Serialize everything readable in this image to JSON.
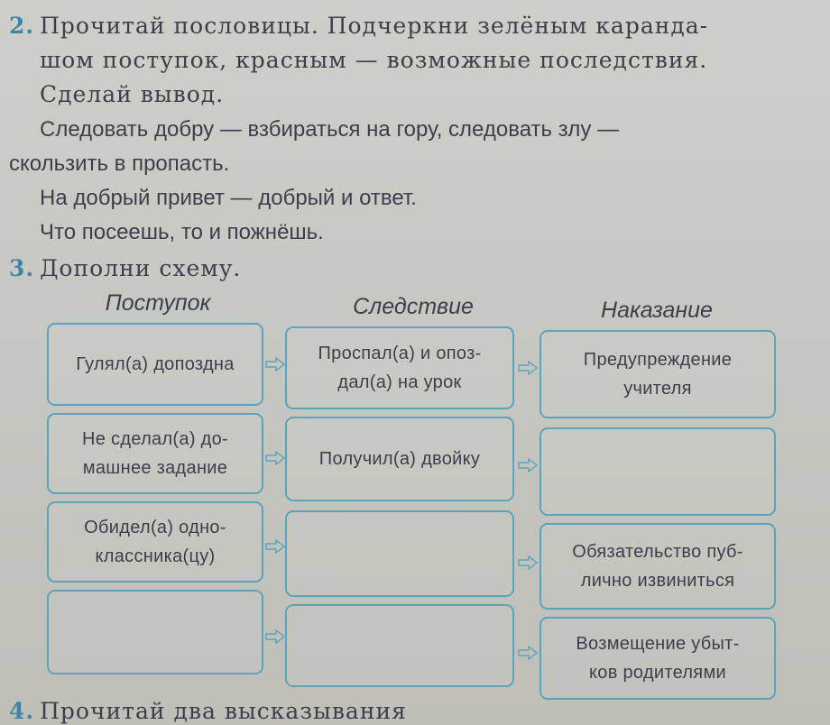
{
  "task2": {
    "number": "2.",
    "line1": "Прочитай пословицы. Подчеркни зелёным каранда-",
    "line2": "шом поступок, красным — возможные последствия.",
    "line3": "Сделай вывод.",
    "proverbs": [
      "Следовать добру — взбираться на гору, следовать злу —",
      "скользить в пропасть.",
      "На добрый привет — добрый и ответ.",
      "Что посеешь, то и пожнёшь."
    ]
  },
  "task3": {
    "number": "3.",
    "title": "Дополни схему.",
    "headers": [
      "Поступок",
      "Следствие",
      "Наказание"
    ],
    "rows": [
      {
        "action": "Гулял(а) допоздна",
        "consequence": "Проспал(а) и опоз-\nдал(а) на урок",
        "punishment": "Предупреждение\nучителя"
      },
      {
        "action": "Не сделал(а) до-\nмашнее задание",
        "consequence": "Получил(а) двойку",
        "punishment": ""
      },
      {
        "action": "Обидел(а) одно-\nклассника(цу)",
        "consequence": "",
        "punishment": "Обязательство пуб-\nлично извиниться"
      },
      {
        "action": "",
        "consequence": "",
        "punishment": "Возмещение убыт-\nков родителями"
      }
    ]
  },
  "task4": {
    "number": "4.",
    "title": "Прочитай два высказывания"
  },
  "colors": {
    "accent": "#3f86a6",
    "box_border": "#5ca3bc",
    "text": "#3b3f4d"
  },
  "icons": {
    "arrow": "right-arrow-icon"
  }
}
